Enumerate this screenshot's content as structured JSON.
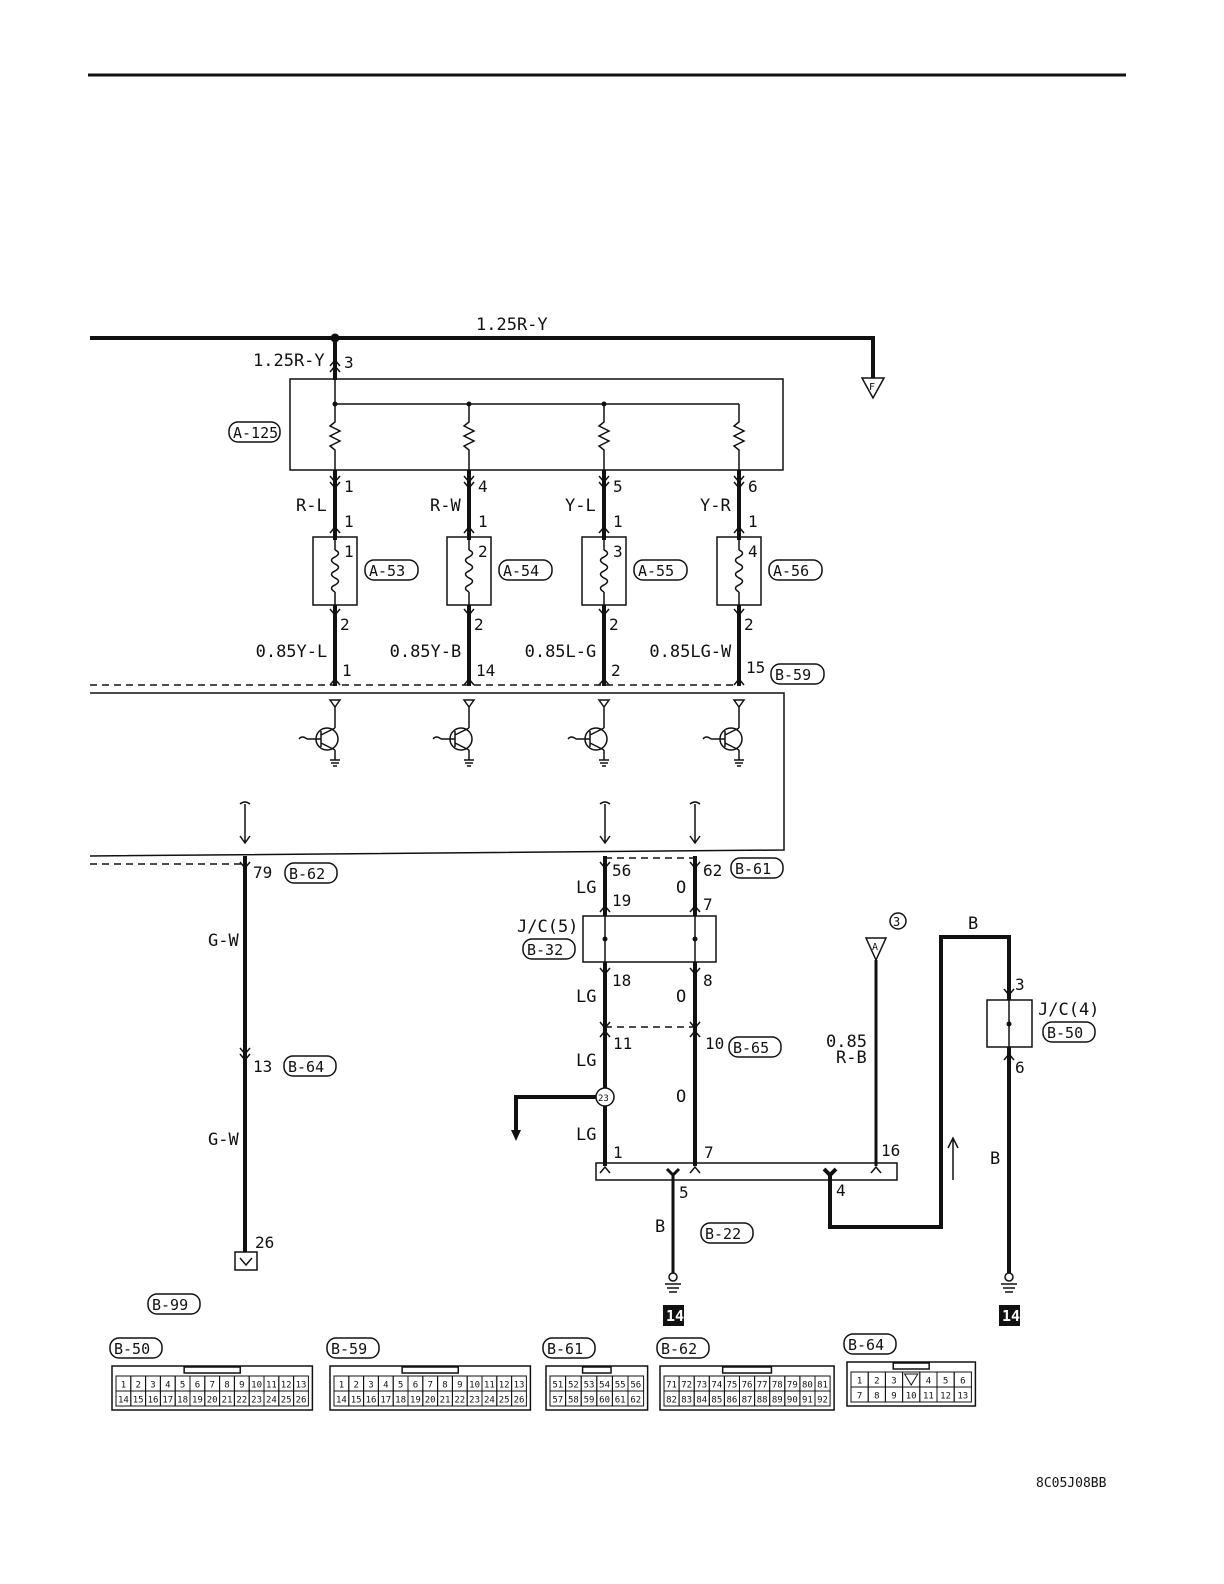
{
  "wire_main_top": "1.25R-Y",
  "wire_main_left": "1.25R-Y",
  "pin_main": "3",
  "resistor_block": "A-125",
  "terminal_f": "F",
  "terminal_a": "A",
  "terminal_a_num": "3",
  "injectors": [
    {
      "res_pin": "1",
      "wire_upper": "R-L",
      "inj_pin_upper": "1",
      "coil_num": "1",
      "connector": "A-53",
      "inj_pin_lower": "2",
      "wire_lower": "0.85Y-L",
      "ecu_pin": "1"
    },
    {
      "res_pin": "4",
      "wire_upper": "R-W",
      "inj_pin_upper": "1",
      "coil_num": "2",
      "connector": "A-54",
      "inj_pin_lower": "2",
      "wire_lower": "0.85Y-B",
      "ecu_pin": "14"
    },
    {
      "res_pin": "5",
      "wire_upper": "Y-L",
      "inj_pin_upper": "1",
      "coil_num": "3",
      "connector": "A-55",
      "inj_pin_lower": "2",
      "wire_lower": "0.85L-G",
      "ecu_pin": "2"
    },
    {
      "res_pin": "6",
      "wire_upper": "Y-R",
      "inj_pin_upper": "1",
      "coil_num": "4",
      "connector": "A-56",
      "inj_pin_lower": "2",
      "wire_lower": "0.85LG-W",
      "ecu_pin": "15"
    }
  ],
  "ecu_connector": "B-59",
  "left_circuit": {
    "pin_79": "79",
    "conn_b62": "B-62",
    "wire_1": "G-W",
    "pin_13": "13",
    "conn_b64": "B-64",
    "wire_2": "G-W",
    "pin_26": "26"
  },
  "mid_circuit": {
    "pin_56": "56",
    "pin_62": "62",
    "conn_b61": "B-61",
    "wire_lg_1": "LG",
    "wire_o_1": "O",
    "pin_19": "19",
    "pin_7": "7",
    "jc5_line1": "J/C(5)",
    "jc5_conn": "B-32",
    "pin_18": "18",
    "pin_8": "8",
    "wire_lg_2": "LG",
    "wire_o_2": "O",
    "pin_11": "11",
    "pin_10": "10",
    "conn_b65": "B-65",
    "wire_lg_3": "LG",
    "splice": "23",
    "wire_o_3": "O",
    "wire_lg_4": "LG",
    "b22_pin_1": "1",
    "b22_pin_7": "7",
    "b22_pin_16": "16",
    "b22_pin_5": "5",
    "b22_pin_4": "4",
    "conn_b22": "B-22",
    "wire_b_ground": "B",
    "ground_1": "14",
    "wire_rb_1": "0.85",
    "wire_rb_2": "R-B"
  },
  "right_circuit": {
    "wire_b_top": "B",
    "pin_3": "3",
    "jc4_line1": "J/C(4)",
    "jc4_conn": "B-50",
    "pin_6": "6",
    "wire_b_down": "B",
    "ground_2": "14"
  },
  "b99_label": "B-99",
  "connector_views": [
    {
      "name": "B-50",
      "rows": [
        [
          "1",
          "2",
          "3",
          "4",
          "5",
          "6",
          "7",
          "8",
          "9",
          "10",
          "11",
          "12",
          "13"
        ],
        [
          "14",
          "15",
          "16",
          "17",
          "18",
          "19",
          "20",
          "21",
          "22",
          "23",
          "24",
          "25",
          "26"
        ]
      ]
    },
    {
      "name": "B-59",
      "rows": [
        [
          "1",
          "2",
          "3",
          "4",
          "5",
          "6",
          "7",
          "8",
          "9",
          "10",
          "11",
          "12",
          "13"
        ],
        [
          "14",
          "15",
          "16",
          "17",
          "18",
          "19",
          "20",
          "21",
          "22",
          "23",
          "24",
          "25",
          "26"
        ]
      ]
    },
    {
      "name": "B-61",
      "rows": [
        [
          "51",
          "52",
          "53",
          "54",
          "55",
          "56"
        ],
        [
          "57",
          "58",
          "59",
          "60",
          "61",
          "62"
        ]
      ]
    },
    {
      "name": "B-62",
      "rows": [
        [
          "71",
          "72",
          "73",
          "74",
          "75",
          "76",
          "77",
          "78",
          "79",
          "80",
          "81"
        ],
        [
          "82",
          "83",
          "84",
          "85",
          "86",
          "87",
          "88",
          "89",
          "90",
          "91",
          "92"
        ]
      ]
    },
    {
      "name": "B-64",
      "rows": [
        [
          "1",
          "2",
          "3",
          "",
          "4",
          "5",
          "6"
        ],
        [
          "7",
          "8",
          "9",
          "10",
          "11",
          "12",
          "13"
        ]
      ]
    }
  ],
  "figure_code": "8C05J08BB"
}
